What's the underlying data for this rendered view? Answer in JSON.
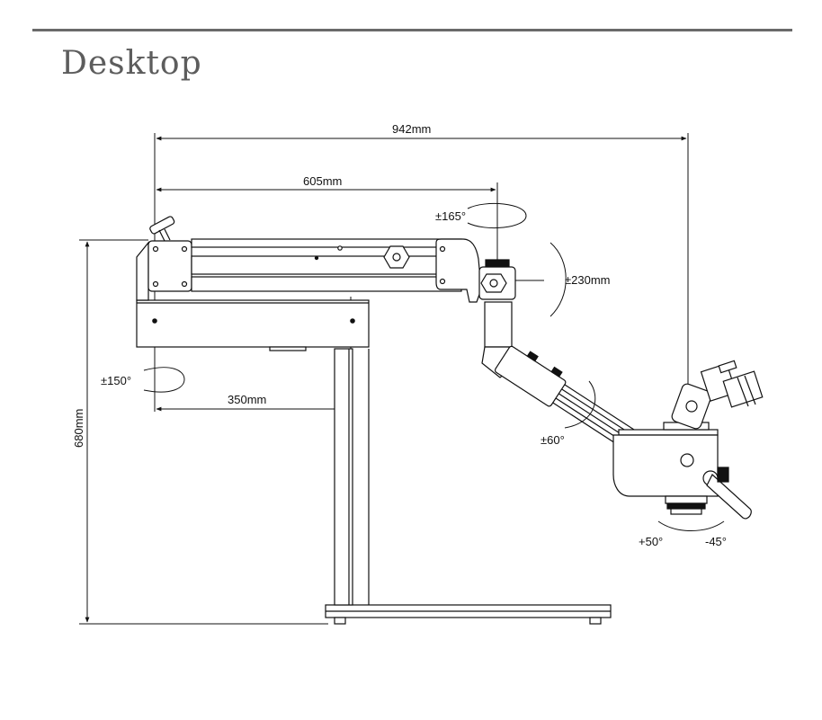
{
  "section": {
    "title": "Desktop"
  },
  "dimensions": {
    "total_reach": "942mm",
    "arm_length": "605mm",
    "base_arm": "350mm",
    "height": "680mm"
  },
  "rotations": {
    "arm_rotation": "±165°",
    "tilt": "±230mm",
    "column_rotation": "±150°",
    "head_rotation": "±60°",
    "head_tilt_forward": "+50°",
    "head_tilt_back": "-45°"
  },
  "colors": {
    "line": "#111111",
    "title": "#5d5d5d",
    "rule": "#6a6a6a"
  }
}
